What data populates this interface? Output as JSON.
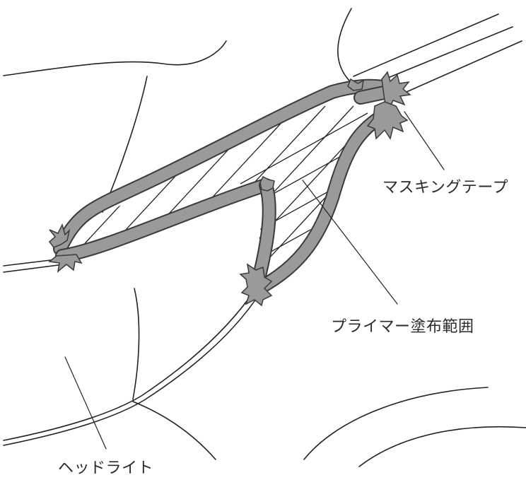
{
  "labels": {
    "masking_tape": "マスキングテープ",
    "primer_area": "プライマー塗布範囲",
    "headlight": "ヘッドライト"
  },
  "colors": {
    "tape_fill": "#9a9a9a",
    "tape_outline": "#3a3a3a",
    "line": "#222222",
    "background": "#ffffff"
  }
}
